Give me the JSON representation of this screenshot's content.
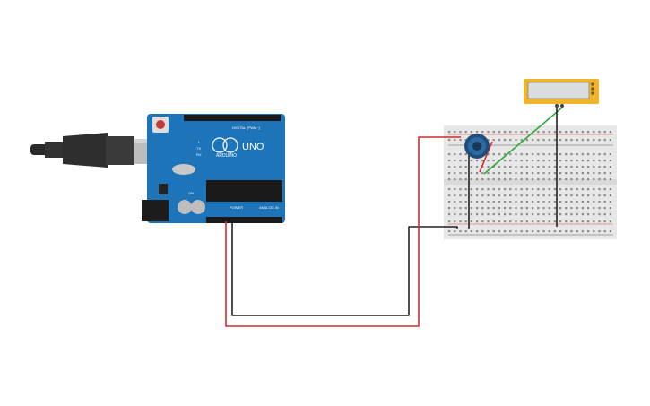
{
  "arduino": {
    "brand": "ARDUINO",
    "model": "UNO",
    "digital_header_label": "DIGITAL (PWM~)",
    "power_label": "POWER",
    "analog_label": "ANALOG IN",
    "tx_label": "TX",
    "rx_label": "RX",
    "l_label": "L",
    "on_label": "ON"
  },
  "wires": {
    "colors": {
      "power": "#d22b2b",
      "ground": "#222222",
      "signal": "#2da83a"
    }
  },
  "icons": {
    "usb_cable": "usb-cable-icon",
    "potentiometer": "potentiometer-icon",
    "lcd": "lcd-module-icon"
  },
  "colors": {
    "board": "#1d74b8",
    "breadboard": "#e7e7e7",
    "lcd_frame": "#f0b428",
    "lcd_screen": "#d9dde0"
  }
}
